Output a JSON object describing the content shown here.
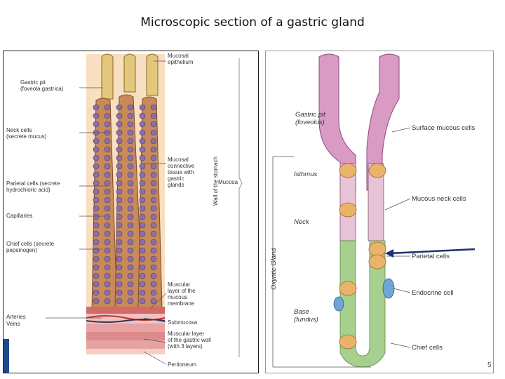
{
  "title": "Microscopic section of a gastric gland",
  "left_labels": {
    "mucosal_epithelium": "Mucosal\nepithelium",
    "gastric_pit": "Gastric pit\n(foveola gastrica)",
    "neck_cells": "Neck cells\n(secrete mucus)",
    "mucosal_connective": "Mucosal\nconnective\ntissue with\ngastric\nglands",
    "mucosa": "Mucosa",
    "parietal_cells": "Parietal cells (secrete\nhydrochloric acid)",
    "capillaries": "Capillaries",
    "chief_cells": "Chief cells (secrete\npepsinogen)",
    "wall_of_stomach": "Wall of the stomach",
    "muscular_layer_mucous": "Muscular\nlayer of the\nmucous\nmembrane",
    "arteries": "Arteries",
    "veins": "Veins",
    "submucosa": "Submucosa",
    "muscular_layer_wall": "Muscular layer\nof the gastric wall\n(with 3 layers)",
    "peritoneum": "Peritoneum"
  },
  "right_labels": {
    "gastric_pit": "Gastric pit\n(foveolus)",
    "surface_mucous": "Surface mucous cells",
    "isthmus": "Isthmus",
    "mucous_neck": "Mucous neck cells",
    "neck": "Neck",
    "oxyntic_gland": "Oxyntic Gland",
    "parietal": "Parietal cells",
    "endocrine": "Endocrine cell",
    "base": "Base\n(fundus)",
    "chief": "Chief cells"
  },
  "page_number": "5",
  "colors": {
    "pit_pink": "#d99ac4",
    "parietal_orange": "#eab36a",
    "chief_green": "#a7cf8e",
    "endocrine_blue": "#6fa6d6",
    "arrow_navy": "#1f2f6e",
    "tissue_cream": "#f7dfc0",
    "gland_brown": "#c98a5a",
    "cell_purple": "#8c6fa8"
  }
}
